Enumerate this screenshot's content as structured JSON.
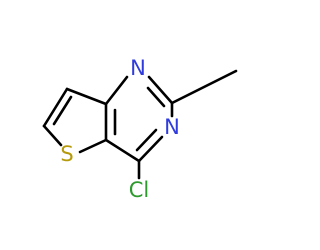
{
  "molecule": {
    "atoms": {
      "n1": {
        "symbol": "N",
        "color": "#2f3bdc"
      },
      "n3": {
        "symbol": "N",
        "color": "#2f3bdc"
      },
      "s": {
        "symbol": "S",
        "color": "#b59a0c"
      },
      "cl": {
        "symbol": "Cl",
        "color": "#2c9a2c"
      }
    },
    "bond_color": "#000000"
  }
}
